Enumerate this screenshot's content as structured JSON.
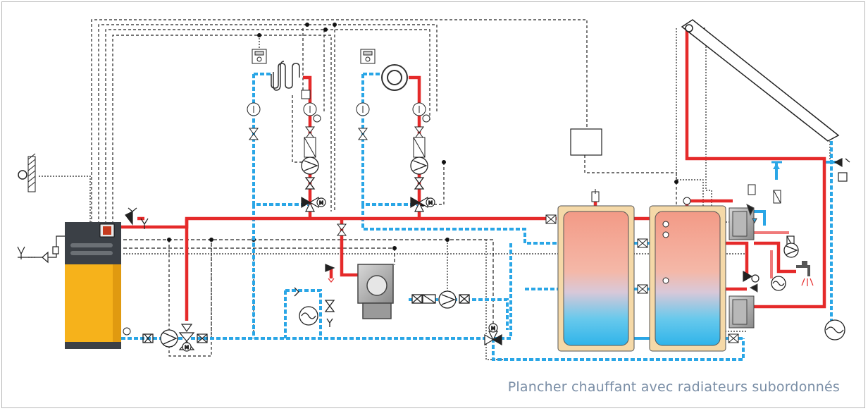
{
  "caption": "Plancher chauffant avec radiateurs subordonnés",
  "colors": {
    "hot": "#e52a2a",
    "cold": "#2aa6e6",
    "control": "#222222",
    "boiler_body": "#f6b21b",
    "boiler_head": "#3b4046",
    "tank_frame": "#f5d9a8",
    "tank_hot": "#f4a08a",
    "tank_cold": "#48c4ee",
    "caption": "#7a8ea6"
  },
  "components": [
    "outdoor-sensor",
    "boiler",
    "boiler-circulator-pump",
    "motorized-mixing-valve",
    "floor-heating-loop",
    "radiator",
    "room-thermostat",
    "thermometer",
    "buffer-tank",
    "solar-storage-tank",
    "solar-collector",
    "solar-pump-station",
    "domestic-hot-water-tap",
    "expansion-vessel",
    "safety-valve",
    "wood-boiler",
    "solar-controller"
  ]
}
